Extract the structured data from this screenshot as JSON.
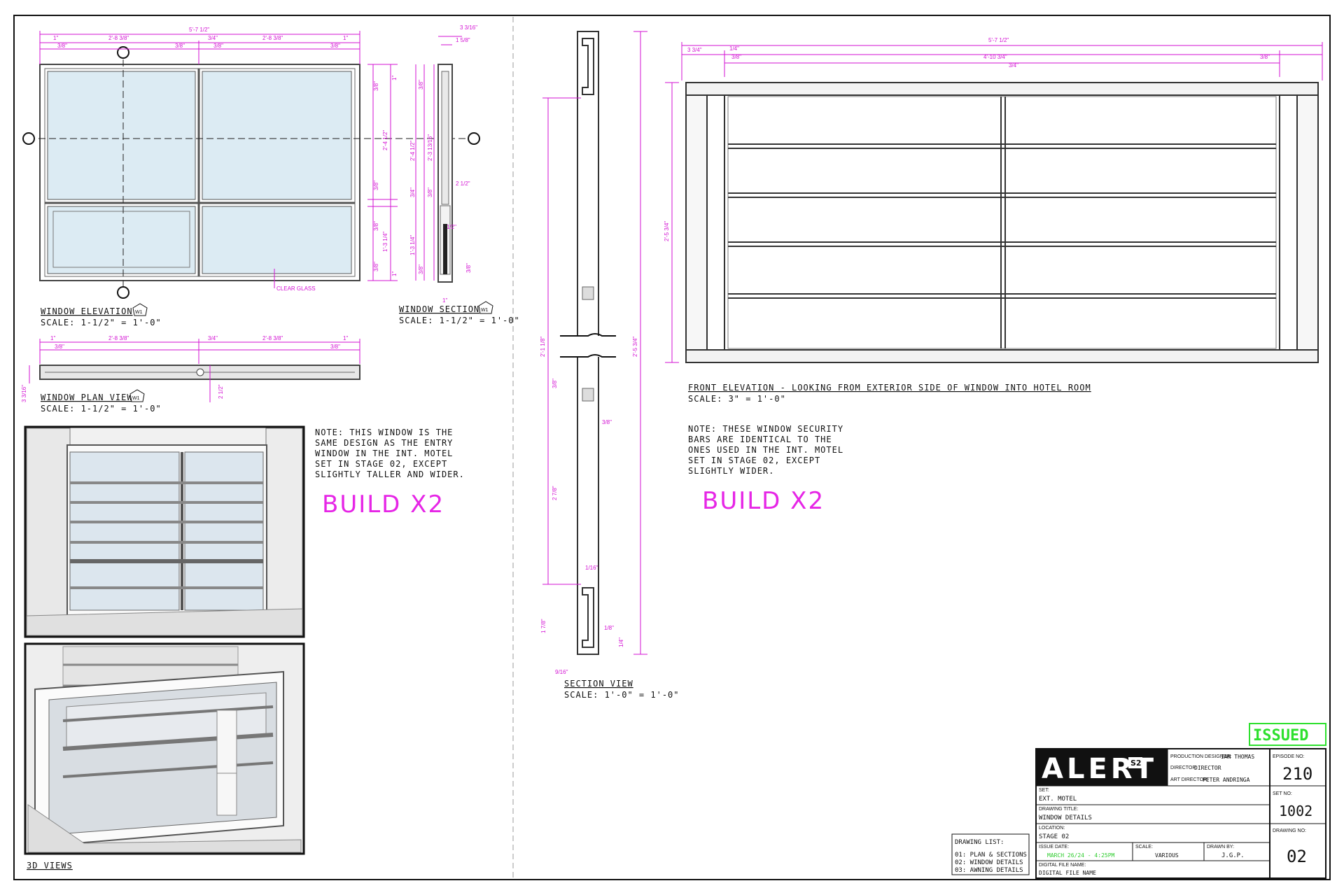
{
  "views": {
    "window_elevation": {
      "title": "WINDOW ELEVATION",
      "tag": "W1",
      "scale": "SCALE: 1-1/2\" = 1'-0\"",
      "glass_label": "CLEAR GLASS"
    },
    "window_section": {
      "title": "WINDOW SECTION",
      "tag": "W1",
      "scale": "SCALE: 1-1/2\" = 1'-0\""
    },
    "window_plan": {
      "title": "WINDOW PLAN VIEW",
      "tag": "W1",
      "scale": "SCALE: 1-1/2\" = 1'-0\""
    },
    "three_d": {
      "title": "3D VIEWS"
    },
    "section_view": {
      "title": "SECTION VIEW",
      "scale": "SCALE: 1'-0\" = 1'-0\""
    },
    "front_elevation": {
      "title": "FRONT ELEVATION - LOOKING FROM EXTERIOR SIDE OF WINDOW INTO HOTEL ROOM",
      "scale": "SCALE: 3\" = 1'-0\""
    }
  },
  "notes": {
    "left": [
      "NOTE: THIS WINDOW IS THE",
      "SAME DESIGN AS THE ENTRY",
      "WINDOW IN THE INT. MOTEL",
      "SET IN STAGE 02, EXCEPT",
      "SLIGHTLY TALLER AND WIDER."
    ],
    "right": [
      "NOTE: THESE WINDOW SECURITY",
      "BARS ARE IDENTICAL TO THE",
      "ONES USED IN THE INT. MOTEL",
      "SET IN STAGE 02, EXCEPT",
      "SLIGHTLY WIDER."
    ],
    "build_left": "BUILD X2",
    "build_right": "BUILD X2"
  },
  "dims": {
    "elev_top": [
      "5'-7 1/2\"",
      "1\"",
      "2'-8 3/8\"",
      "3/4\"",
      "2'-8 3/8\"",
      "1\"",
      "3/8\"",
      "3/8\"",
      "3/8\"",
      "3/8\""
    ],
    "elev_right": [
      "3/8\"",
      "1\"",
      "2'-4 1/2\"",
      "3/8\"",
      "3/8\"",
      "1'-3 1/4\"",
      "3/8\"",
      "1\""
    ],
    "section_top": [
      "3 3/16\"",
      "1 5/8\""
    ],
    "section_side": [
      "3/8\"",
      "2'-4 1/2\"",
      "2'-3 13/16\"",
      "3/4\"",
      "3/8\"",
      "1'-3 1/4\"",
      "3/8\"",
      "2 1/2\"",
      "1/2\"",
      "3/8\"",
      "1\""
    ],
    "plan": [
      "1\"",
      "2'-8 3/8\"",
      "3/4\"",
      "2'-8 3/8\"",
      "1\"",
      "3/8\"",
      "3/8\"",
      "3 3/16\"",
      "2 1/2\""
    ],
    "sv": [
      "2'-1 1/8\"",
      "2'-5 3/4\"",
      "3/8\"",
      "3/8\"",
      "2 7/8\"",
      "1/16\"",
      "1 7/8\"",
      "1/8\"",
      "1/4\"",
      "9/16\""
    ],
    "front_top": [
      "5'-7 1/2\"",
      "3 3/4\"",
      "1/4\"",
      "3/8\"",
      "4'-10 3/4\"",
      "3/8\"",
      "3/4\""
    ],
    "front_side": "2'-5 3/4\""
  },
  "drawing_list": {
    "title": "DRAWING LIST:",
    "items": [
      "01: PLAN & SECTIONS",
      "02: WINDOW DETAILS",
      "03: AWNING DETAILS"
    ]
  },
  "stamp": "ISSUED",
  "title_block": {
    "logo": "ALERT",
    "logo_sup": "S2",
    "production_designer_label": "PRODUCTION DESIGNER:",
    "production_designer": "IAN THOMAS",
    "director_label": "DIRECTOR:",
    "director": "DIRECTOR",
    "art_director_label": "ART DIRECTOR:",
    "art_director": "PETER ANDRINGA",
    "episode_label": "EPISODE NO:",
    "episode": "210",
    "set_label": "SET:",
    "set": "EXT. MOTEL",
    "set_no_label": "SET NO:",
    "set_no": "1002",
    "drawing_title_label": "DRAWING TITLE:",
    "drawing_title": "WINDOW DETAILS",
    "location_label": "LOCATION:",
    "location": "STAGE 02",
    "drawing_no_label": "DRAWING NO:",
    "drawing_no": "02",
    "issue_date_label": "ISSUE DATE:",
    "issue_date": "MARCH 26/24 - 4:25PM",
    "scale_label": "SCALE:",
    "scale": "VARIOUS",
    "drawn_by_label": "DRAWN BY:",
    "drawn_by": "J.G.P.",
    "file_label": "DIGITAL FILE NAME:",
    "file": "DIGITAL FILE NAME"
  },
  "colors": {
    "dimension": "#d312d3",
    "build": "#e626e6",
    "stamp": "#2ee02e",
    "glass": "#dcebf3"
  }
}
